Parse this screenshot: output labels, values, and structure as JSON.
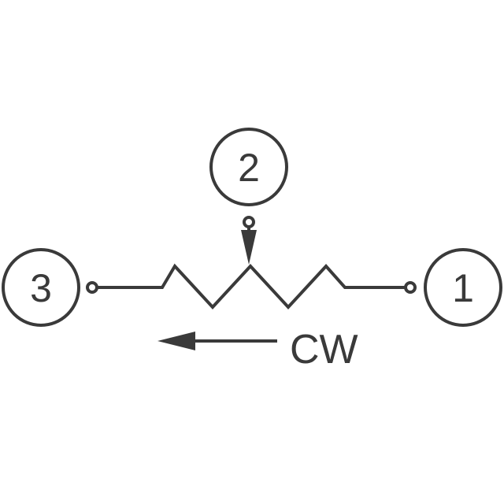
{
  "diagram": {
    "pins": [
      {
        "id": "pin-3",
        "label": "3"
      },
      {
        "id": "pin-2",
        "label": "2"
      },
      {
        "id": "pin-1",
        "label": "1"
      }
    ],
    "direction_label": "CW",
    "colors": {
      "stroke": "#3a3a3a",
      "background": "#ffffff"
    }
  }
}
